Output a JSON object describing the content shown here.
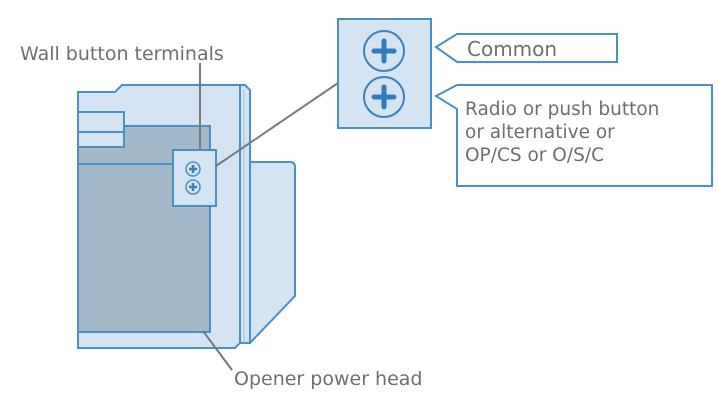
{
  "labels": {
    "wall_button_terminals": "Wall button terminals",
    "opener_power_head": "Opener power head",
    "common": "Common",
    "radio_line1": "Radio or push button",
    "radio_line2": "or alternative or",
    "radio_line3": "OP/CS or O/S/C"
  },
  "colors": {
    "stroke": "#4a90c8",
    "fill_light": "#d4e4f2",
    "fill_dark": "#a3b9c9",
    "leader": "#7a7a7a",
    "text": "#6f6f6f"
  }
}
